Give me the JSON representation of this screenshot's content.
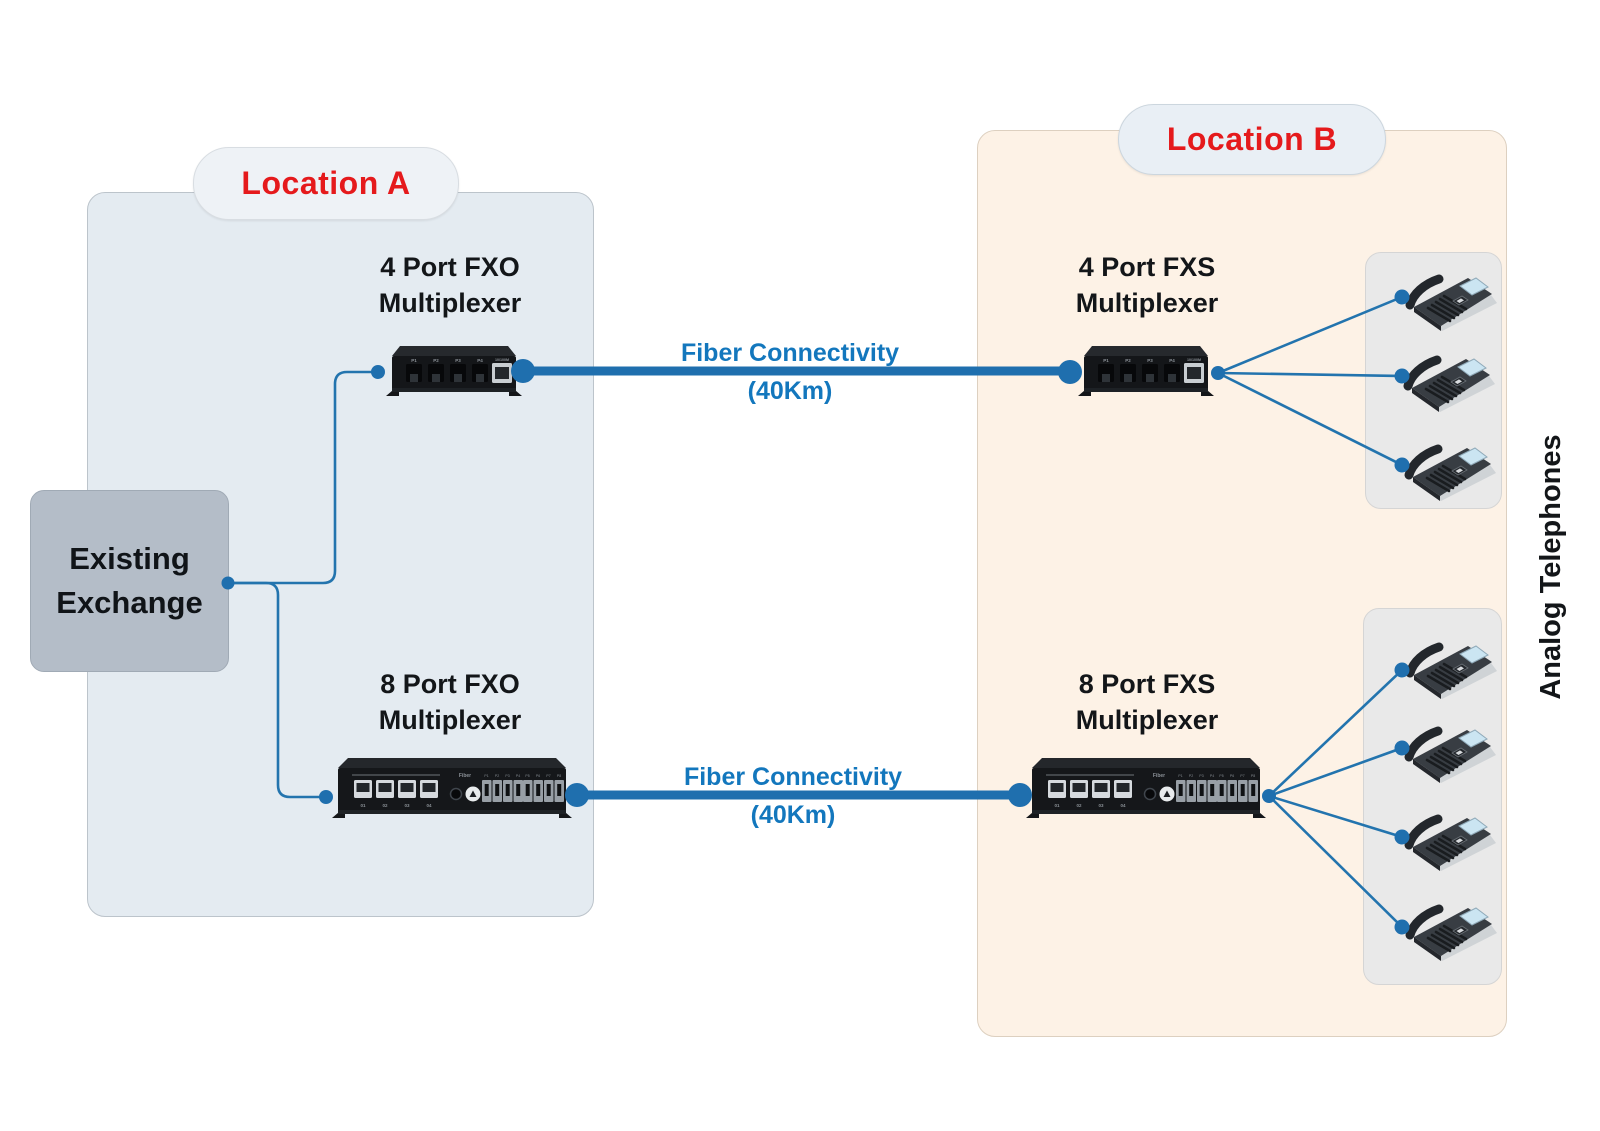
{
  "diagram": {
    "location_a": {
      "title": "Location A",
      "devices": [
        {
          "line1": "4 Port FXO",
          "line2": "Multiplexer"
        },
        {
          "line1": "8 Port FXO",
          "line2": "Multiplexer"
        }
      ]
    },
    "location_b": {
      "title": "Location B",
      "devices": [
        {
          "line1": "4 Port FXS",
          "line2": "Multiplexer"
        },
        {
          "line1": "8 Port FXS",
          "line2": "Multiplexer"
        }
      ]
    },
    "exchange": {
      "line1": "Existing",
      "line2": "Exchange"
    },
    "links": [
      {
        "label": "Fiber Connectivity",
        "distance": "(40Km)"
      },
      {
        "label": "Fiber Connectivity",
        "distance": "(40Km)"
      }
    ],
    "analog_label": "Analog Telephones",
    "phones": {
      "top_group_count": 3,
      "bottom_group_count": 4
    }
  },
  "device_art": {
    "small": {
      "port_labels": [
        "P1",
        "P2",
        "P3",
        "P4"
      ],
      "uplink_label": "10/100M"
    },
    "large": {
      "lan_labels": [
        "01",
        "02",
        "03",
        "04"
      ],
      "fiber_label": "Fiber",
      "port_labels": [
        "P1",
        "P2",
        "P3",
        "P4",
        "P5",
        "P6",
        "P7",
        "P8"
      ]
    }
  },
  "colors": {
    "location_a_fill": "#e4ebf1",
    "location_b_fill": "#fdf2e6",
    "pill_fill": "#eef2f6",
    "exchange_fill": "#b4bdc8",
    "phone_panel_fill": "#e9e9e9",
    "connector_blue": "#1f6fae",
    "fiber_text_blue": "#1377bd",
    "title_red": "#e51a1c"
  }
}
